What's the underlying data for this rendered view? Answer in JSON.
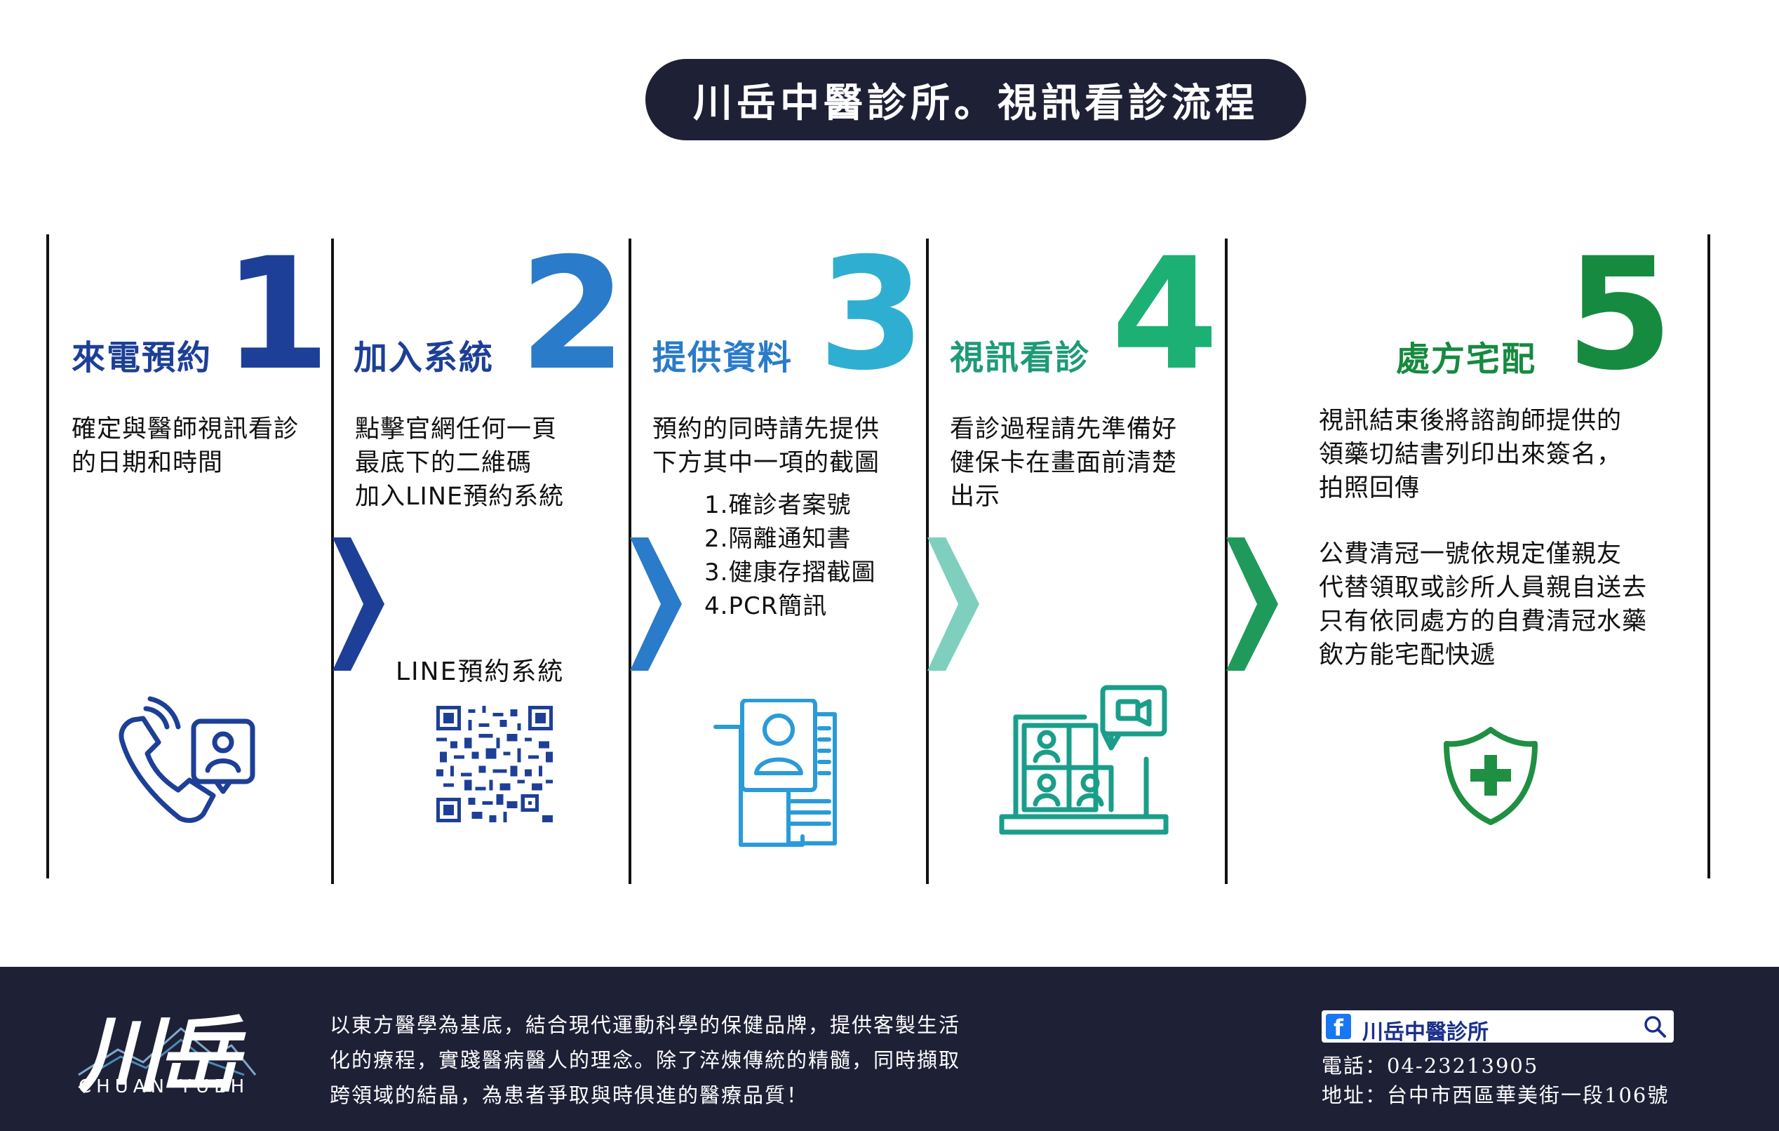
{
  "title": "川岳中醫診所。視訊看診流程",
  "colors": {
    "navy": "#1e2036",
    "step1": "#1d3f97",
    "step2": "#2a7bc9",
    "step3": "#2eafd1",
    "step4": "#1db074",
    "step5": "#168a3f"
  },
  "steps": [
    {
      "number": "1",
      "title": "來電預約",
      "desc": "確定與醫師視訊看診\n的日期和時間",
      "icon": "phone-call-icon"
    },
    {
      "number": "2",
      "title": "加入系統",
      "desc": "點擊官網任何一頁\n最底下的二維碼\n加入LINE預約系統",
      "qr_label": "LINE預約系統",
      "icon": "qr-code-icon"
    },
    {
      "number": "3",
      "title": "提供資料",
      "desc": "預約的同時請先提供\n下方其中一項的截圖",
      "list": [
        "1.確診者案號",
        "2.隔離通知書",
        "3.健康存摺截圖",
        "4.PCR簡訊"
      ],
      "icon": "document-profile-icon"
    },
    {
      "number": "4",
      "title": "視訊看診",
      "desc": "看診過程請先準備好\n健保卡在畫面前清楚\n出示",
      "icon": "video-conference-icon"
    },
    {
      "number": "5",
      "title": "處方宅配",
      "desc": "視訊結束後將諮詢師提供的\n領藥切結書列印出來簽名，\n拍照回傳",
      "desc2": "公費清冠一號依規定僅親友\n代替領取或診所人員親自送去\n只有依同處方的自費清冠水藥\n飲方能宅配快遞",
      "icon": "medical-shield-icon"
    }
  ],
  "footer": {
    "logo_cn": "川岳",
    "logo_en": "CHUAN YUEH",
    "slogan": "以東方醫學為基底，結合現代運動科學的保健品牌，提供客製生活化的療程，實踐醫病醫人的理念。除了淬煉傳統的精髓，同時擷取跨領域的結晶，為患者爭取與時俱進的醫療品質！",
    "fb_name": "川岳中醫診所",
    "phone": "電話：04-23213905",
    "address": "地址：台中市西區華美街一段106號"
  }
}
